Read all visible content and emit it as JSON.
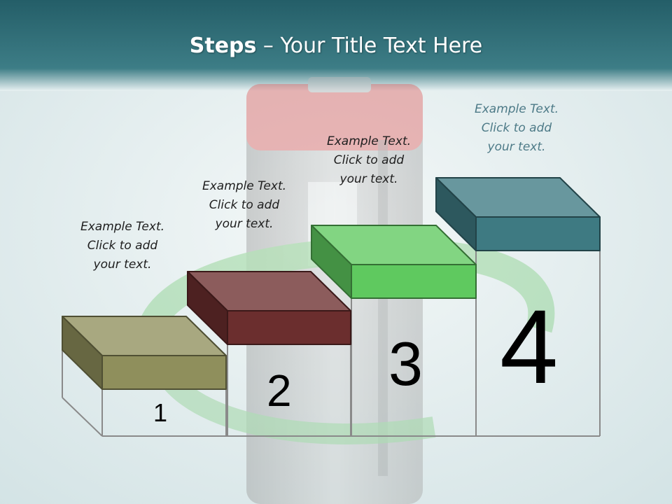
{
  "title": {
    "bold": "Steps",
    "dash": " – ",
    "rest": "Your Title Text Here"
  },
  "steps": [
    {
      "number": "1",
      "caption": [
        "Example Text.",
        "Click  to add",
        "your text."
      ],
      "color": "#8f8f5c"
    },
    {
      "number": "2",
      "caption": [
        "Example Text.",
        "Click  to add",
        "your text."
      ],
      "color": "#6b2e2e"
    },
    {
      "number": "3",
      "caption": [
        "Example Text.",
        "Click  to add",
        "your text."
      ],
      "color": "#5fc95f"
    },
    {
      "number": "4",
      "caption": [
        "Example Text.",
        "Click  to add",
        "your text."
      ],
      "color": "#3e7a82"
    }
  ],
  "colors": {
    "header": "#2f6d77",
    "background": "#e6f0f1",
    "outline": "#8a8a8a"
  }
}
